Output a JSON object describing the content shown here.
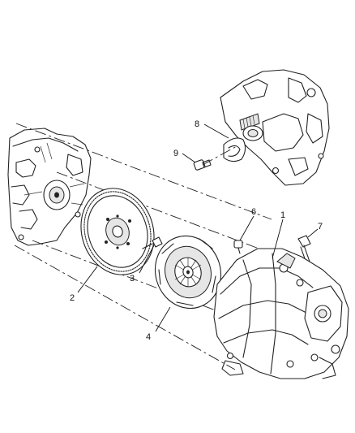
{
  "callouts": {
    "c1": "1",
    "c2": "2",
    "c3": "3",
    "c4": "4",
    "c6": "6",
    "c7": "7",
    "c8": "8",
    "c9": "9"
  }
}
